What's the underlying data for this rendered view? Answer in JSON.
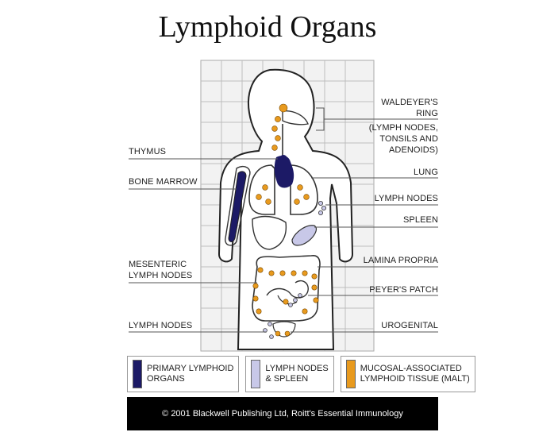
{
  "title": "Lymphoid Organs",
  "labels_left": {
    "thymus": "THYMUS",
    "bone_marrow": "BONE MARROW",
    "mesenteric": "MESENTERIC\nLYMPH NODES",
    "lymph_nodes": "LYMPH NODES"
  },
  "labels_right": {
    "waldeyer": "WALDEYER'S\nRING",
    "waldeyer_detail": "(LYMPH NODES,\nTONSILS AND\nADENOIDS)",
    "lung": "LUNG",
    "lymph_nodes": "LYMPH NODES",
    "spleen": "SPLEEN",
    "lamina": "LAMINA PROPRIA",
    "peyer": "PEYER'S PATCH",
    "urogenital": "UROGENITAL"
  },
  "legend": [
    {
      "label": "PRIMARY LYMPHOID\nORGANS",
      "color": "#1c1a66"
    },
    {
      "label": "LYMPH NODES\n& SPLEEN",
      "color": "#c8c8e8"
    },
    {
      "label": "MUCOSAL-ASSOCIATED\nLYMPHOID TISSUE (MALT)",
      "color": "#e89a1e"
    }
  ],
  "footer": "© 2001 Blackwell Publishing Ltd, Roitt's Essential Immunology",
  "colors": {
    "primary": "#1c1a66",
    "nodes": "#c8c8e8",
    "malt": "#e89a1e",
    "grid": "#bdbdbd",
    "grid_bg": "#f2f2f2"
  }
}
